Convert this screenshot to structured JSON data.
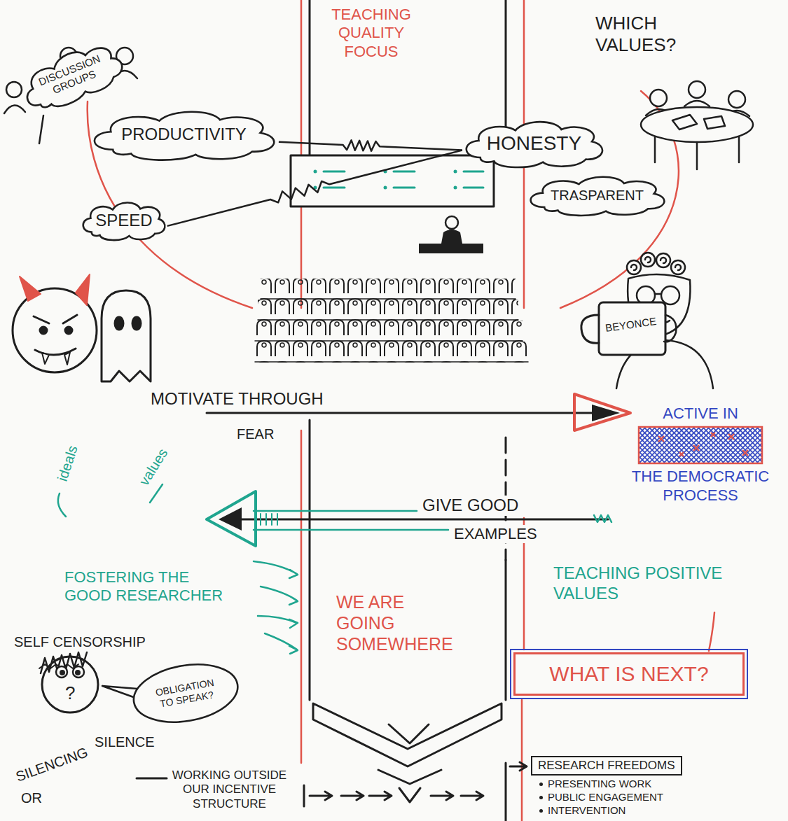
{
  "diagram": {
    "nodes": [
      {
        "text": [
          "DISCUSSION GROUPS"
        ]
      },
      {
        "text": [
          "PRODUCTIVITY"
        ]
      },
      {
        "text": [
          "HONESTY"
        ]
      },
      {
        "text": [
          "SPEED"
        ]
      },
      {
        "text": [
          "TRASPARENT"
        ]
      },
      {
        "text": [
          "ACTIVE IN",
          "THE DEMOCRATIC PROCESS"
        ]
      },
      {
        "text": [
          "OBLIGATION TO SPEAK?"
        ]
      },
      {
        "text": [
          "WHAT IS NEXT?"
        ]
      },
      {
        "text": [
          "RESEARCH FREEDOMS",
          "PRESENTING WORK",
          "PUBLIC ENGAGEMENT",
          "INTERVENTION"
        ]
      }
    ],
    "edges": [
      {
        "from": 1,
        "to": 2,
        "arrow": "none"
      },
      {
        "from": 3,
        "to": 2,
        "arrow": "none"
      }
    ],
    "labels": [
      "TEACHING QUALITY FOCUS",
      "WHICH VALUES?",
      "BEYONCE",
      "MOTIVATE THROUGH",
      "FEAR",
      "ideals",
      "values",
      "GIVE GOOD",
      "EXAMPLES",
      "FOSTERING THE GOOD RESEARCHER",
      "WE ARE GOING SOMEWHERE",
      "TEACHING POSITIVE VALUES",
      "SELF CENSORSHIP",
      "?",
      "SILENCING",
      "OR",
      "SILENCE",
      "WORKING OUTSIDE OUR INCENTIVE STRUCTURE"
    ]
  }
}
